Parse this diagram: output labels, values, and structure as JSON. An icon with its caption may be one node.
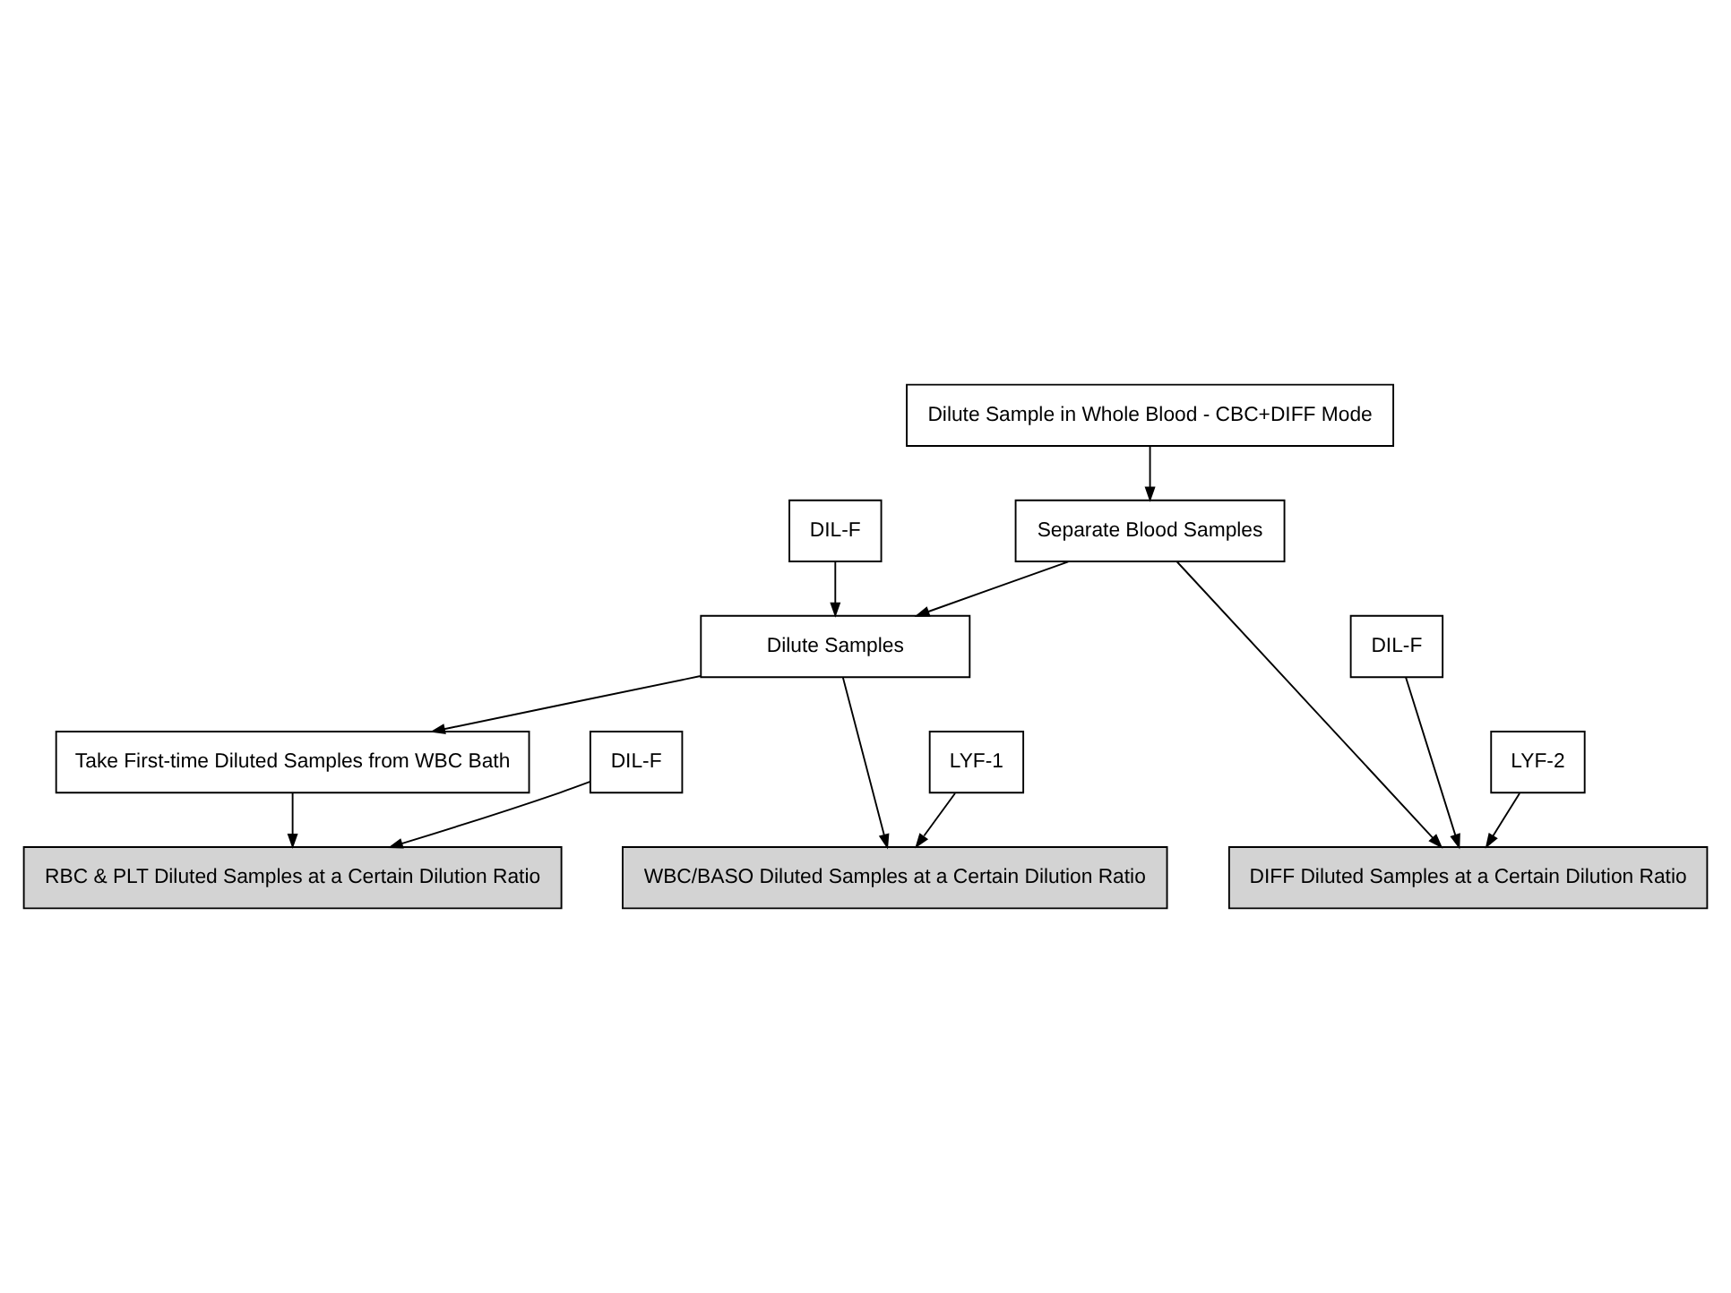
{
  "diagram": {
    "nodes": [
      {
        "text": [
          "Dilute Sample in Whole Blood - CBC+DIFF Mode"
        ]
      },
      {
        "text": [
          "Separate Blood Samples"
        ]
      },
      {
        "text": [
          "DIL-F"
        ]
      },
      {
        "text": [
          "Dilute Samples"
        ]
      },
      {
        "text": [
          "DIL-F"
        ]
      },
      {
        "text": [
          "Take First-time Diluted Samples from WBC Bath"
        ]
      },
      {
        "text": [
          "LYF-1"
        ]
      },
      {
        "text": [
          "LYF-2"
        ]
      },
      {
        "text": [
          "DIL-F"
        ]
      },
      {
        "text": [
          "RBC & PLT Diluted Samples at a Certain Dilution Ratio"
        ]
      },
      {
        "text": [
          "WBC/BASO Diluted Samples at a Certain Dilution Ratio"
        ]
      },
      {
        "text": [
          "DIFF Diluted Samples at a Certain Dilution Ratio"
        ]
      }
    ],
    "edges": [
      {
        "from": 0,
        "to": 1,
        "arrow": "to"
      },
      {
        "from": 1,
        "to": 3,
        "arrow": "to"
      },
      {
        "from": 1,
        "to": 11,
        "arrow": "to"
      },
      {
        "from": 2,
        "to": 3,
        "arrow": "to"
      },
      {
        "from": 4,
        "to": 11,
        "arrow": "to"
      },
      {
        "from": 3,
        "to": 5,
        "arrow": "to"
      },
      {
        "from": 3,
        "to": 10,
        "arrow": "to"
      },
      {
        "from": 6,
        "to": 10,
        "arrow": "to"
      },
      {
        "from": 7,
        "to": 11,
        "arrow": "to"
      },
      {
        "from": 5,
        "to": 9,
        "arrow": "to"
      },
      {
        "from": 8,
        "to": 9,
        "arrow": "to"
      }
    ]
  }
}
